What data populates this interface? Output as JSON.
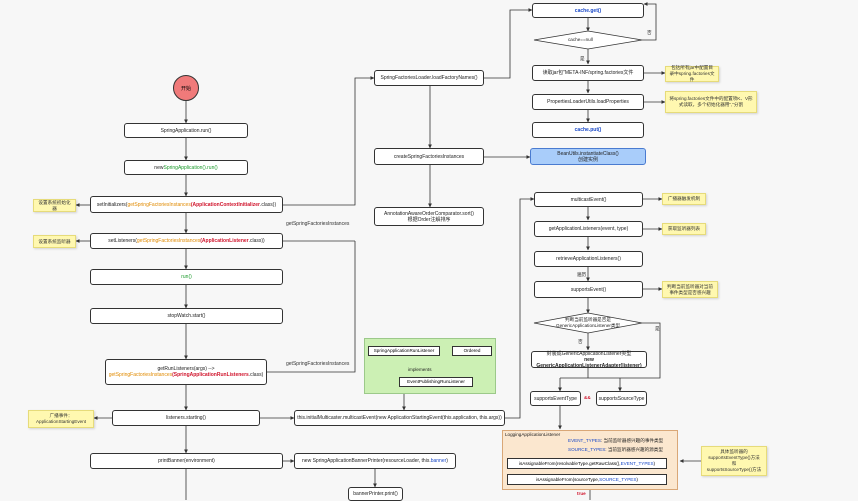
{
  "start": "开始",
  "main_flow": {
    "run1": "SpringApplication.run()",
    "run2_prefix": "new ",
    "run2_highlight": "SpringApplication().run()",
    "init_a": "setInitializers(",
    "init_b": "getSpringFactoriesInstances",
    "init_c": "(ApplicationContextInitializer",
    "init_d": ".class))",
    "listen_a": "setListeners(",
    "listen_b": "getSpringFactoriesInstances",
    "listen_c": "(ApplicationListener",
    "listen_d": ".class))",
    "run3": "run()",
    "stopwatch": "stopWatch.start()",
    "runlisteners_1": "getRunListeners(args) -->",
    "runlisteners_2a": "getSpringFactoriesInstances",
    "runlisteners_2b": "(SpringApplicationRunListeners",
    "runlisteners_2c": ".class)",
    "starting": "listeners.starting()",
    "banner": "printBanner(environment)"
  },
  "notes_left": {
    "init": "设置系统初始化器",
    "listen": "设置系统监听器",
    "starting": "广播事件：ApplicationStartingEvent"
  },
  "branch_labels": {
    "gsfi1": "getSpringFactoriesInstances",
    "gsfi2": "getSpringFactoriesInstances"
  },
  "factories": {
    "loadnames": "SpringFactoriesLoader.loadFactoryNames()",
    "create": "createSpringFactoriesInstances",
    "sort_1": "AnnotationAwareOrderComparator.sort()",
    "sort_2": "根据Order注解排序",
    "beanutils_1": "BeanUtils.instantiateClass()",
    "beanutils_2": "创建实例"
  },
  "cache_flow": {
    "get": "cache.get()",
    "decision": "cache==null",
    "yes": "是",
    "no": "否",
    "read": "读取jar包\"META-INF/spring.factories文件",
    "props": "PropertiesLoaderUtils.loadProperties",
    "put": "cache.put()"
  },
  "notes_right": {
    "read": "包括所有jar中配置目录中spring.factories文件",
    "props": "将spring.factories文件中的配置项K、V形式读取，多个初始化器用\",\"分割",
    "multicast": "广播器触发机制",
    "getlisteners": "获取监听器列表",
    "supports": "判断当前监听器对当前事件类型是否感兴趣",
    "interest_1": "具体监听器的",
    "interest_2": "supportsEventType()方法",
    "interest_3": "和",
    "interest_4": "supportsSourceType()方法"
  },
  "event_flow": {
    "multicast": "multicastEvent()",
    "getlisteners": "getApplicationListeners(event, type)",
    "retrieve": "retrieveApplicationListeners()",
    "traverse": "遍历",
    "supports": "supportsEvent()",
    "decision_1": "判断当前监听器是否是",
    "decision_2": "GenericApplicationListener类型",
    "yes": "是",
    "no": "否",
    "adapter_1": "封装成GenericApplicationListener类型",
    "adapter_2": "new GenericApplicationListenerAdapter(listener)",
    "eventtype": "supportsEventType",
    "and": "&&",
    "sourcetype": "supportsSourceType",
    "starting_call": "this.initialMulticaster.multicastEvent(new ApplicationStartingEvent(this.application, this.args))",
    "banner_prefix": "new SpringApplicationBannerPrinter(resourceLoader, this.",
    "banner_highlight": "banner",
    "banner_suffix": ")",
    "bannerprint": "bannerPrinter.print()",
    "true_label": "true"
  },
  "green_group": {
    "runlistener": "SpringApplicationRunListener",
    "ordered": "Ordered",
    "implements": "implements",
    "publishing": "EventPublishingRunListener"
  },
  "logging_group": {
    "title": "LoggingApplicationListener",
    "event_types_label": "EVENT_TYPES",
    "event_types_text": ": 当前监听器感兴趣的事件类型",
    "source_types_label": "SOURCE_TYPES",
    "source_types_text": ": 当前监听器感兴趣的源类型",
    "check1_a": "isAssignableFrom(resolvableType.getRawClass(), ",
    "check1_b": "EVENT_TYPES",
    "check1_c": ")",
    "check2_a": "isAssignableFrom(sourceType, ",
    "check2_b": "SOURCE_TYPES",
    "check2_c": ")"
  }
}
